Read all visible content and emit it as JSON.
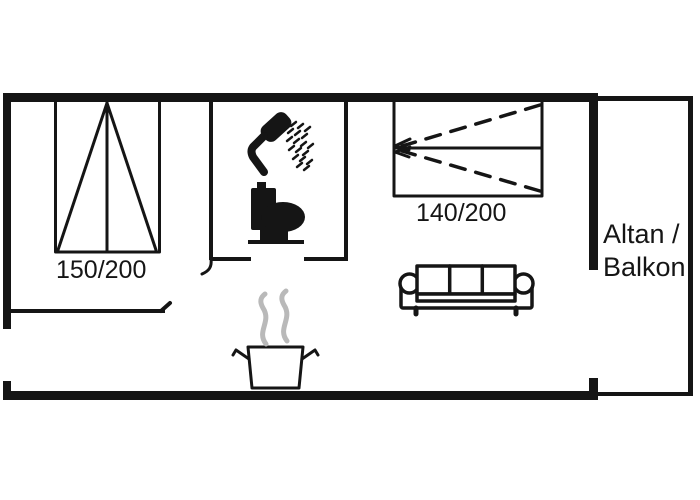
{
  "floorplan": {
    "labels": {
      "bed_left_size": "150/200",
      "bed_right_size": "140/200",
      "balcony_line1": "Altan /",
      "balcony_line2": "Balkon"
    },
    "colors": {
      "line": "#151515",
      "steam": "#b9b9b9",
      "background": "#ffffff"
    }
  }
}
